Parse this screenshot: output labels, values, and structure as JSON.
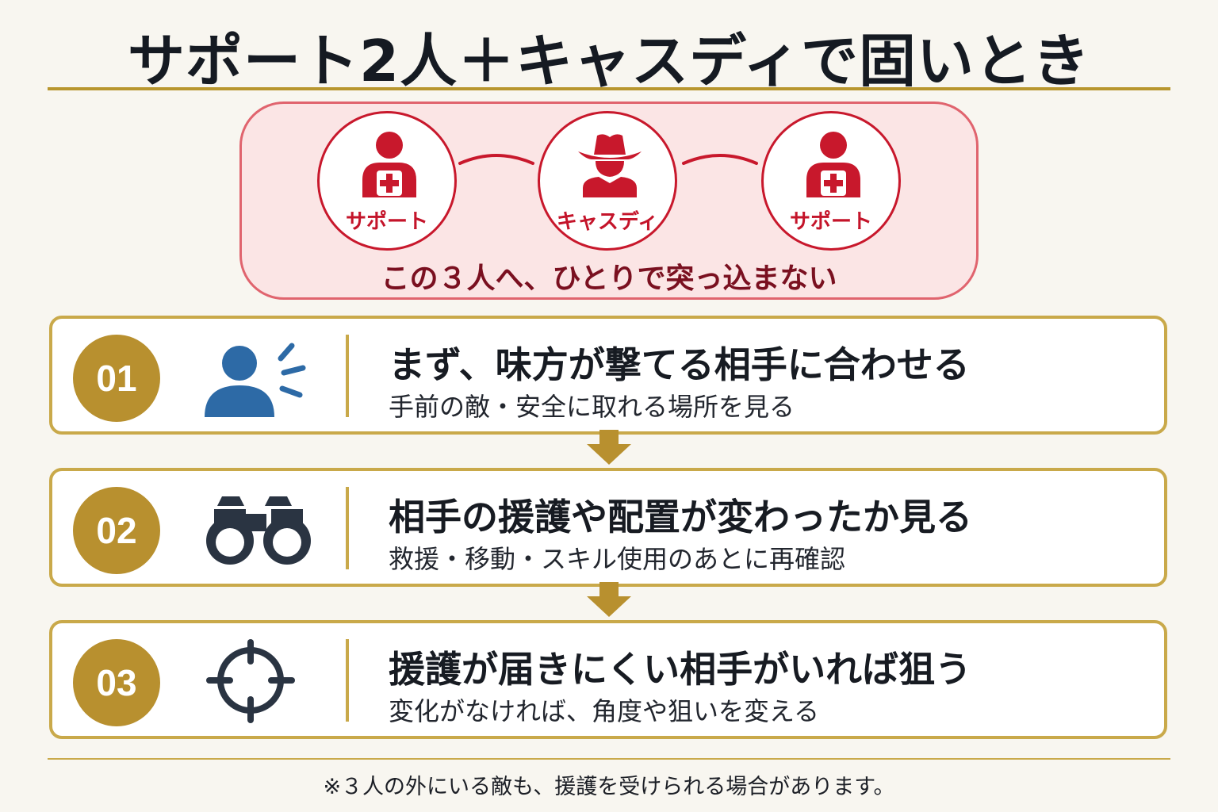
{
  "title": "サポート2人＋キャスディで固いとき",
  "formation": {
    "roles": [
      {
        "label": "サポート",
        "icon": "support-person-icon"
      },
      {
        "label": "キャスディ",
        "icon": "cowboy-hat-person-icon"
      },
      {
        "label": "サポート",
        "icon": "support-person-icon"
      }
    ],
    "warning": "この３人へ、ひとりで突っ込まない"
  },
  "steps": [
    {
      "number": "01",
      "icon": "person-calling-icon",
      "title": "まず、味方が撃てる相手に合わせる",
      "desc": "手前の敵・安全に取れる場所を見る"
    },
    {
      "number": "02",
      "icon": "binoculars-icon",
      "title": "相手の援護や配置が変わったか見る",
      "desc": "救援・移動・スキル使用のあとに再確認"
    },
    {
      "number": "03",
      "icon": "crosshair-icon",
      "title": "援護が届きにくい相手がいれば狙う",
      "desc": "変化がなければ、角度や狙いを変える"
    }
  ],
  "note": "※３人の外にいる敵も、援護を受けられる場合があります。",
  "colors": {
    "gold": "#b8902f",
    "red": "#c8182c",
    "blue": "#2d6aa6",
    "navy": "#2a3442",
    "panel": "#fbe5e5"
  }
}
